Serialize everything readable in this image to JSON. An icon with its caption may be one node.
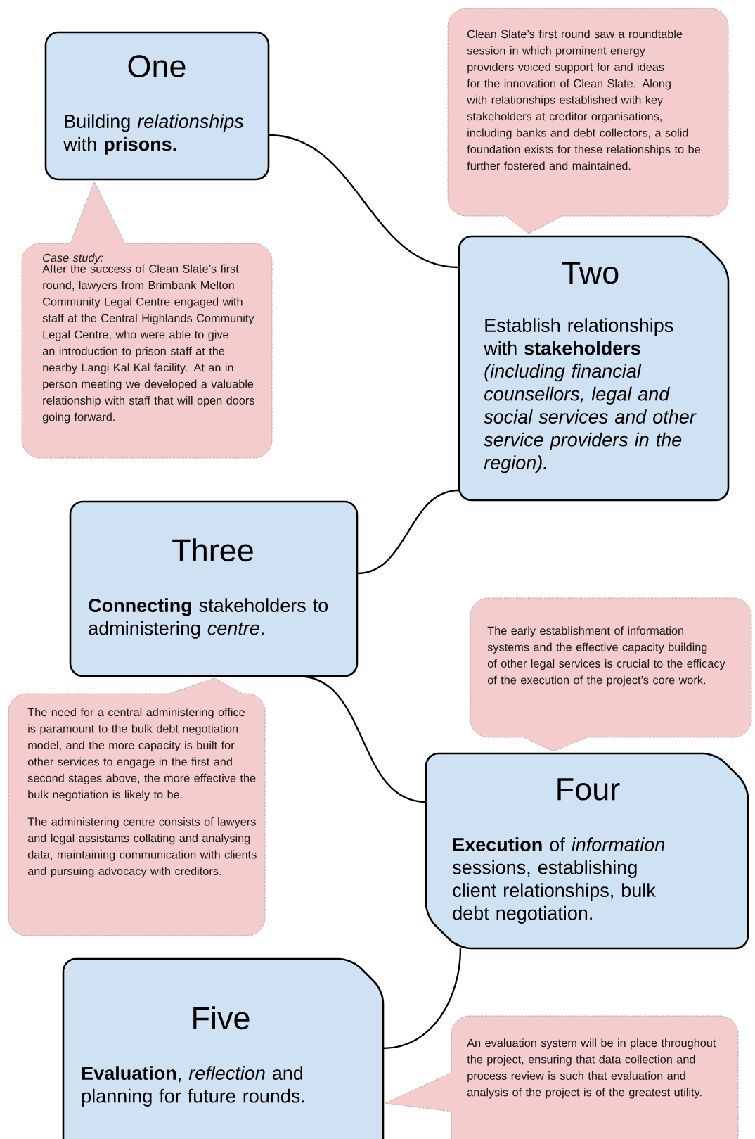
{
  "diagram": {
    "nodes": [
      {
        "text": [
          "One",
          "Building *relationships* with **prisons.**"
        ]
      },
      {
        "text": [
          "Clean Slate’s first round saw a roundtable session in which prominent energy providers voiced support for and ideas for the innovation of Clean Slate. Along with relationships established with key stakeholders at creditor organisations, including banks and debt collectors, a solid foundation exists for these relationships to be further fostered and maintained."
        ]
      },
      {
        "text": [
          "Case study:",
          "After the success of Clean Slate’s first round, lawyers from Brimbank Melton Community Legal Centre engaged with staff at the Central Highlands Community Legal Centre, who were able to give an introduction to prison staff at the nearby Langi Kal Kal facility. At an in person meeting we developed a valuable relationship with staff that will open doors going forward."
        ]
      },
      {
        "text": [
          "Two",
          "Establish relationships with **stakeholders** *(including financial counsellors, legal and social services and other service providers in the region).*"
        ]
      },
      {
        "text": [
          "Three",
          "**Connecting** stakeholders to administering *centre*."
        ]
      },
      {
        "text": [
          "The early establishment of information systems and the effective capacity building of other legal services is crucial to the efficacy of the execution of the project’s core work."
        ]
      },
      {
        "text": [
          "The need for a central administering office is paramount to the bulk debt negotiation model, and the more capacity is built for other services to engage in the first and second stages above, the more effective the bulk negotiation is likely to be.",
          "The administering centre consists of lawyers and legal assistants collating and analysing data, maintaining communication with clients and pursuing advocacy with creditors."
        ]
      },
      {
        "text": [
          "Four",
          "**Execution** of *information* sessions, establishing client relationships, bulk debt negotiation."
        ]
      },
      {
        "text": [
          "Five",
          "**Evaluation**, *reflection* and planning for future rounds."
        ]
      },
      {
        "text": [
          "An evaluation system will be in place throughout the project, ensuring that data collection and process review is such that evaluation and analysis of the project is of the greatest utility."
        ]
      }
    ],
    "edges": [
      {
        "from": 0,
        "to": 3,
        "arrow": "none"
      },
      {
        "from": 3,
        "to": 4,
        "arrow": "none"
      },
      {
        "from": 4,
        "to": 7,
        "arrow": "none"
      },
      {
        "from": 7,
        "to": 8,
        "arrow": "none"
      }
    ]
  }
}
